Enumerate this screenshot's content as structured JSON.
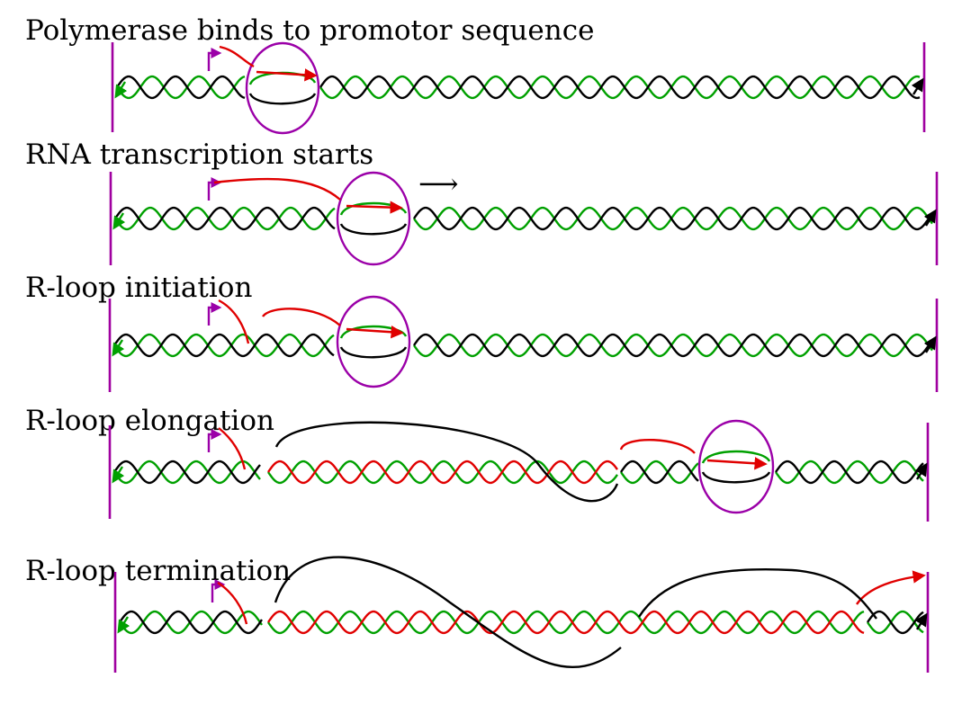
{
  "diagram": {
    "stages": [
      {
        "id": "binding",
        "title": "Polymerase binds to promotor sequence",
        "arrow_glyph": ""
      },
      {
        "id": "start",
        "title": "RNA transcription starts",
        "arrow_glyph": "⟶"
      },
      {
        "id": "initiation",
        "title": "R-loop initiation",
        "arrow_glyph": ""
      },
      {
        "id": "elongation",
        "title": "R-loop elongation",
        "arrow_glyph": ""
      },
      {
        "id": "termination",
        "title": "R-loop termination",
        "arrow_glyph": ""
      }
    ],
    "colors": {
      "template_strand": "#000000",
      "coding_strand": "#00a000",
      "rna_strand": "#e00000",
      "polymerase": "#9b00a8",
      "promoter": "#9b00a8",
      "boundary": "#a000a0"
    },
    "icons": {
      "promoter": "promoter-arrow-icon",
      "polymerase": "polymerase-ellipse-icon",
      "strand_end": "strand-end-arrow-icon"
    }
  }
}
